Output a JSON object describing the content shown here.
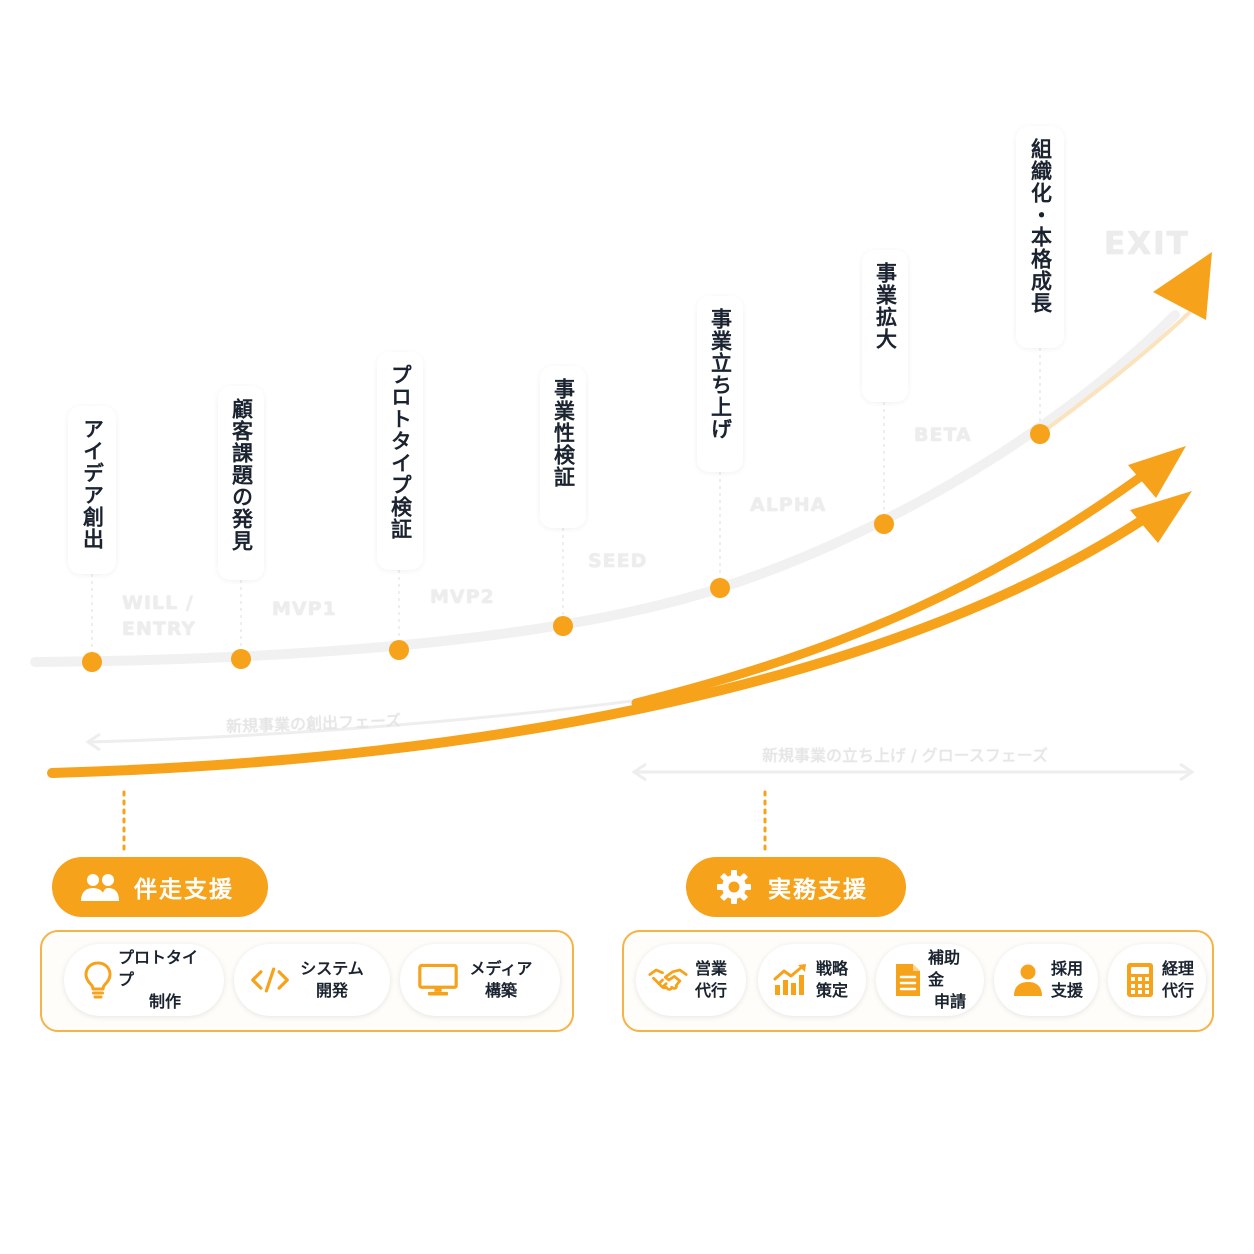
{
  "stages": [
    {
      "label": "アイデア創出"
    },
    {
      "label": "顧客課題の発見"
    },
    {
      "label": "プロトタイプ検証"
    },
    {
      "label": "事業性検証"
    },
    {
      "label": "事業立ち上げ"
    },
    {
      "label": "事業拡大"
    },
    {
      "label": "組織化・本格成長"
    }
  ],
  "phase_codes": [
    {
      "line1": "WILL /",
      "line2": "ENTRY"
    },
    {
      "line1": "MVP1"
    },
    {
      "line1": "MVP2"
    },
    {
      "line1": "SEED"
    },
    {
      "line1": "ALPHA"
    },
    {
      "line1": "BETA"
    }
  ],
  "exit_label": "EXIT",
  "phases": {
    "creation": "新規事業の創出フェーズ",
    "growth": "新規事業の立ち上げ / グロースフェーズ"
  },
  "support": [
    {
      "title": "伴走支援",
      "icon": "users-icon",
      "items": [
        {
          "icon": "lightbulb-icon",
          "line1": "プロトタイプ",
          "line2": "制作"
        },
        {
          "icon": "code-icon",
          "line1": "システム",
          "line2": "開発"
        },
        {
          "icon": "monitor-icon",
          "line1": "メディア",
          "line2": "構築"
        }
      ]
    },
    {
      "title": "実務支援",
      "icon": "gear-icon",
      "items": [
        {
          "icon": "handshake-icon",
          "line1": "営業",
          "line2": "代行"
        },
        {
          "icon": "chart-up-icon",
          "line1": "戦略",
          "line2": "策定"
        },
        {
          "icon": "document-icon",
          "line1": "補助金",
          "line2": "申請"
        },
        {
          "icon": "person-icon",
          "line1": "採用",
          "line2": "支援"
        },
        {
          "icon": "calculator-icon",
          "line1": "経理",
          "line2": "代行"
        }
      ]
    }
  ],
  "colors": {
    "accent": "#f7a21b",
    "text": "#1b2330",
    "faint": "#ececec"
  }
}
